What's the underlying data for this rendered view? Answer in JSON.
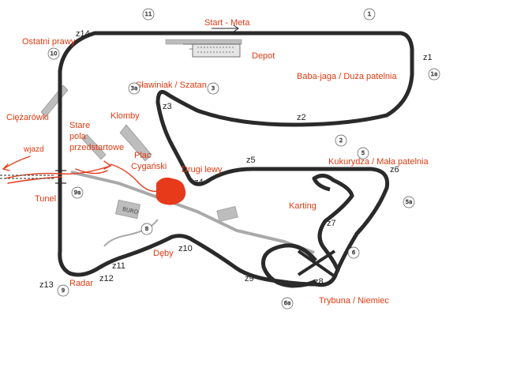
{
  "map": {
    "labels": {
      "start_meta": "Start - Meta",
      "depot": "Depot",
      "ostatni_prawy": "Ostatni prawy",
      "baba_jaga": "Baba-jaga / Duża patelnia",
      "slawiniak": "Sławiniak / Szatan",
      "klomby": "Klomby",
      "ciezarowki": "Ciężarówki",
      "stare_pola_1": "Stare",
      "stare_pola_2": "pola",
      "stare_pola_3": "przedstartowe",
      "wjazd": "wjazd",
      "plac_1": "Plac",
      "plac_2": "Cygański",
      "drugi_lewy": "Drugi lewy",
      "kukurydza": "Kukurydza / Mała patelnia",
      "tunel": "Tunel",
      "karting": "Karting",
      "deby": "Dęby",
      "radar": "Radar",
      "trybuna": "Trybuna / Niemiec",
      "buro": "BURO"
    },
    "corners": {
      "z1": "z1",
      "z2": "z2",
      "z3": "z3",
      "z4": "z4",
      "z5": "z5",
      "z6": "z6",
      "z7": "z7",
      "z8": "z8",
      "z9": "z9",
      "z10": "z10",
      "z11": "z11",
      "z12": "z12",
      "z13": "z13",
      "z14": "z14"
    },
    "markers": {
      "m1": "1",
      "m1a": "1a",
      "m2": "2",
      "m3": "3",
      "m3a": "3a",
      "m5": "5",
      "m5a": "5a",
      "m6": "6",
      "m6a": "6a",
      "m8": "8",
      "m9": "9",
      "m9a": "9a",
      "m10": "10",
      "m11": "11"
    },
    "colors": {
      "track": "#2a2a2a",
      "annotation": "#e03a12",
      "scribble": "#e63a1a",
      "building": "#b9b9b9"
    }
  }
}
